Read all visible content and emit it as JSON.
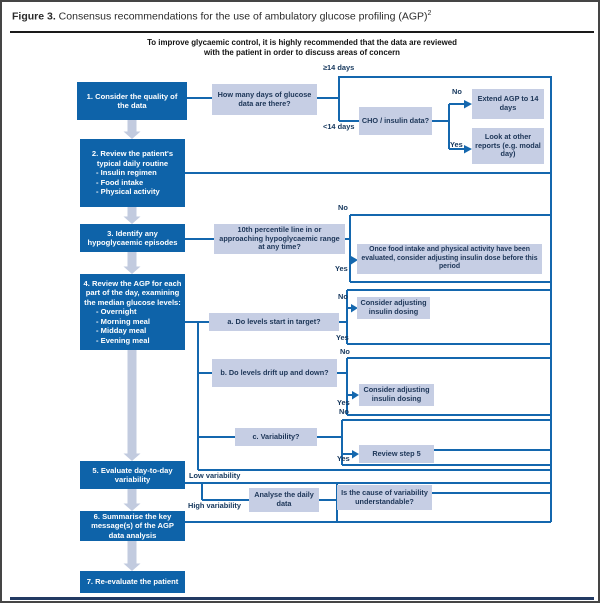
{
  "figure": {
    "label": "Figure 3.",
    "caption": " Consensus recommendations for the use of ambulatory glucose profiling (AGP)",
    "caption_sup": "2",
    "subtitle_line1": "To improve glycaemic control, it is highly recommended that the data are reviewed",
    "subtitle_line2": "with the patient in order to discuss areas of concern"
  },
  "steps": [
    {
      "label": "1. Consider the quality of the data"
    },
    {
      "title": "2. Review the patient's typical daily routine",
      "items": [
        "- Insulin regimen",
        "- Food intake",
        "- Physical activity"
      ]
    },
    {
      "label": "3. Identify any hypoglycaemic episodes"
    },
    {
      "title": "4. Review the AGP for each part of the day, examining the median glucose levels:",
      "items": [
        "- Overnight",
        "- Morning meal",
        "- Midday meal",
        "- Evening meal"
      ]
    },
    {
      "label": "5. Evaluate day-to-day variability"
    },
    {
      "label": "6. Summarise the key message(s) of the AGP data analysis"
    },
    {
      "label": "7. Re-evaluate the patient"
    }
  ],
  "nodes": {
    "how_many_days": "How many days of glucose data are there?",
    "cho_insulin": "CHO / insulin data?",
    "extend_agp": "Extend AGP to 14 days",
    "look_other_reports": "Look at other reports (e.g. modal day)",
    "tenth_percentile": "10th percentile line in or approaching hypoglycaemic range at any time?",
    "once_food_intake": "Once food intake and physical activity have been evaluated, consider adjusting insulin dose before this period",
    "consider_adjust_a": "Consider adjusting insulin dosing",
    "question_a": "a. Do levels start in target?",
    "question_b": "b. Do levels drift up and down?",
    "consider_adjust_b": "Consider adjusting insulin dosing",
    "question_c": "c. Variability?",
    "review_step_5": "Review step 5",
    "analyse_daily": "Analyse the daily data",
    "cause_understandable": "Is the cause of variability understandable?"
  },
  "labels": {
    "ge14": "≥14 days",
    "lt14": "<14 days",
    "yes": "Yes",
    "no": "No",
    "low_variability": "Low variability",
    "high_variability": "High variability"
  },
  "colors": {
    "step_box": "#0e63a9",
    "question_box": "#c6cee4",
    "connector": "#1467ae",
    "flow_arrow": "#c2cbdf",
    "label_text": "#14365c"
  }
}
